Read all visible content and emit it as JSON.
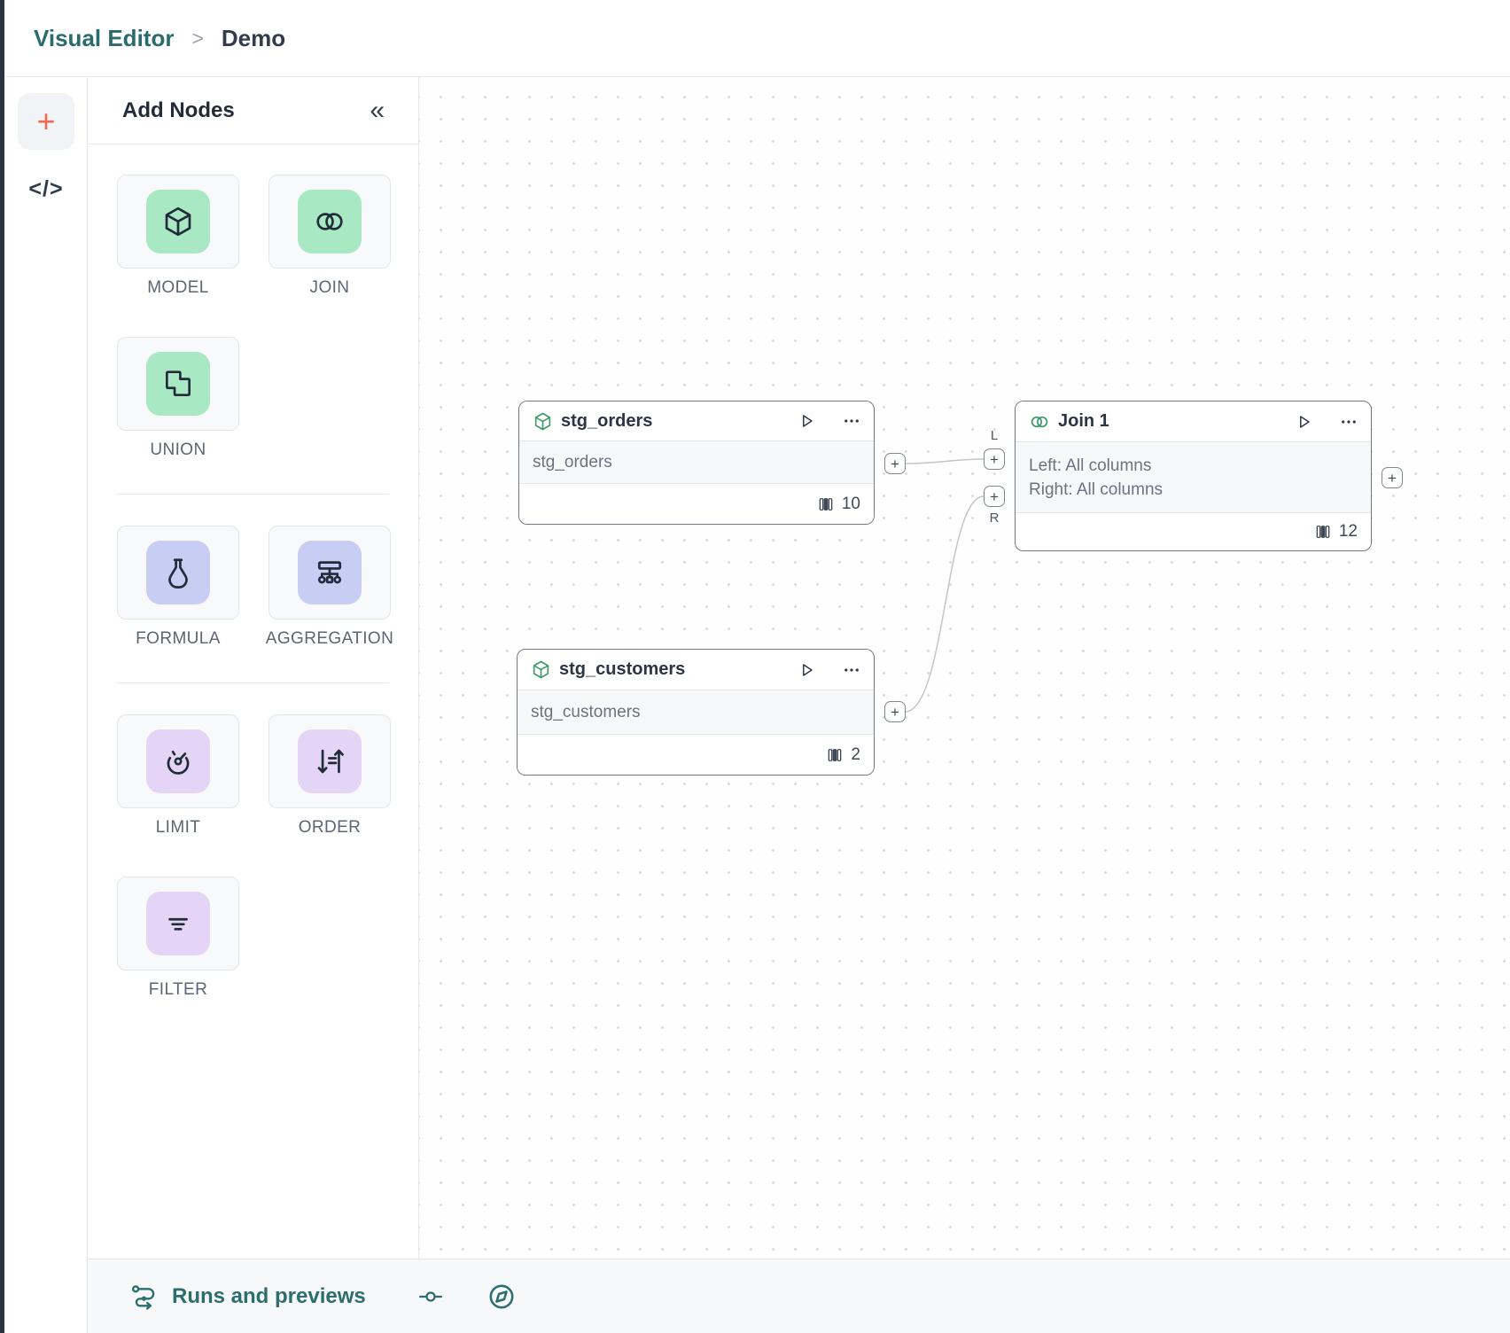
{
  "header": {
    "breadcrumb": {
      "section": "Visual Editor",
      "separator": ">",
      "page": "Demo"
    }
  },
  "left_rail": {
    "plus": "+",
    "code": "</>"
  },
  "palette": {
    "title": "Add Nodes",
    "collapse": "«",
    "items": [
      {
        "label": "MODEL",
        "icon": "cube-icon",
        "tint": "#A8E8C3"
      },
      {
        "label": "JOIN",
        "icon": "venn-icon",
        "tint": "#A8E8C3"
      },
      {
        "label": "UNION",
        "icon": "union-icon",
        "tint": "#A8E8C3"
      },
      {
        "label": "FORMULA",
        "icon": "flask-icon",
        "tint": "#C7CDF3"
      },
      {
        "label": "AGGREGATION",
        "icon": "hierarchy-icon",
        "tint": "#C7CDF3"
      },
      {
        "label": "LIMIT",
        "icon": "gauge-icon",
        "tint": "#E4D5F6"
      },
      {
        "label": "ORDER",
        "icon": "sort-icon",
        "tint": "#E4D5F6"
      },
      {
        "label": "FILTER",
        "icon": "filter-icon",
        "tint": "#E4D5F6"
      }
    ]
  },
  "canvas": {
    "nodes": [
      {
        "title": "stg_orders",
        "body": "stg_orders",
        "count": "10",
        "icon": "cube-icon"
      },
      {
        "title": "stg_customers",
        "body": "stg_customers",
        "count": "2",
        "icon": "cube-icon"
      },
      {
        "title": "Join 1",
        "line1": "Left: All columns",
        "line2": "Right: All columns",
        "count": "12",
        "icon": "venn-icon"
      }
    ],
    "handles": {
      "plus": "+",
      "left": "L",
      "right": "R"
    }
  },
  "bottom_bar": {
    "runs_label": "Runs and previews"
  },
  "colors": {
    "teal": "#2C6E6E",
    "orange": "#EE6A4C",
    "green_tint": "#A8E8C3",
    "periwinkle_tint": "#C7CDF3",
    "purple_tint": "#E4D5F6",
    "node_border": "#6E7682",
    "text_dark": "#2B3545",
    "text_gray": "#6B7380",
    "wire": "#C2C5CB",
    "canvas_dot": "#D8DADE",
    "sliver": "#2A3441"
  }
}
